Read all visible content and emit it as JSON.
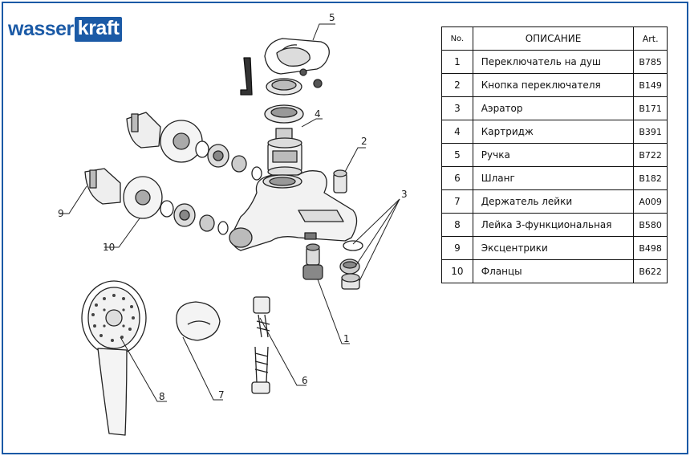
{
  "brand": {
    "part1": "wasser",
    "part2": "kraft",
    "color": "#1b5aa6"
  },
  "table": {
    "headers": {
      "no": "No.",
      "desc": "ОПИСАНИЕ",
      "art": "Art."
    },
    "rows": [
      {
        "no": "1",
        "desc": "Переключатель на душ",
        "art": "B785"
      },
      {
        "no": "2",
        "desc": "Кнопка переключателя",
        "art": "B149"
      },
      {
        "no": "3",
        "desc": "Аэратор",
        "art": "B171"
      },
      {
        "no": "4",
        "desc": "Картридж",
        "art": "B391"
      },
      {
        "no": "5",
        "desc": "Ручка",
        "art": "B722"
      },
      {
        "no": "6",
        "desc": "Шланг",
        "art": "B182"
      },
      {
        "no": "7",
        "desc": "Держатель лейки",
        "art": "A009"
      },
      {
        "no": "8",
        "desc": "Лейка 3-функциональная",
        "art": "B580"
      },
      {
        "no": "9",
        "desc": "Эксцентрики",
        "art": "B498"
      },
      {
        "no": "10",
        "desc": "Фланцы",
        "art": "B622"
      }
    ]
  },
  "callouts": {
    "c1": "1",
    "c2": "2",
    "c3": "3",
    "c4": "4",
    "c5": "5",
    "c6": "6",
    "c7": "7",
    "c8": "8",
    "c9": "9",
    "c10": "10"
  }
}
